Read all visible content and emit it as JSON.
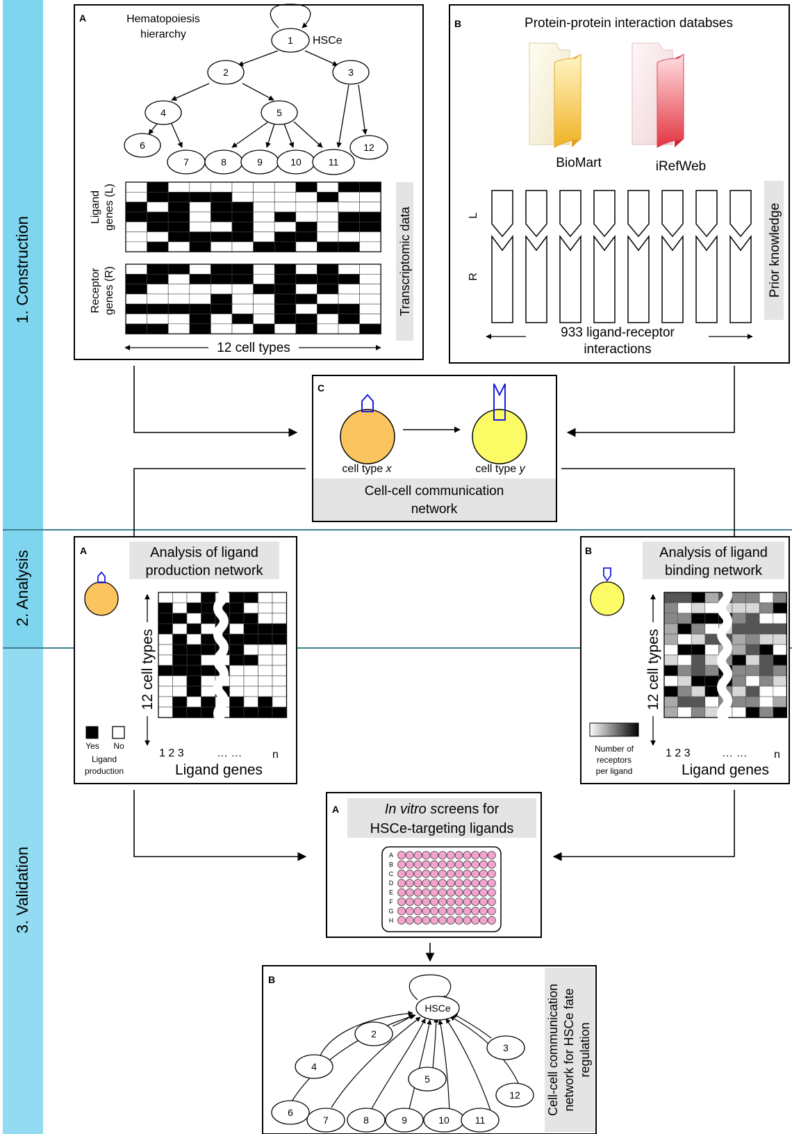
{
  "sections": [
    {
      "label": "1. Construction"
    },
    {
      "label": "2. Analysis"
    },
    {
      "label": "3. Validation"
    }
  ],
  "construction": {
    "panel_a": {
      "letter": "A",
      "title_line1": "Hematopoiesis",
      "title_line2": "hierarchy",
      "hsc_label": "HSCe",
      "nodes": [
        "1",
        "2",
        "3",
        "4",
        "5",
        "6",
        "7",
        "8",
        "9",
        "10",
        "11",
        "12"
      ],
      "ligand_label_line1": "Ligand",
      "ligand_label_line2": "genes (L)",
      "receptor_label_line1": "Receptor",
      "receptor_label_line2": "genes (R)",
      "side_label": "Transcriptomic data",
      "axis_label": "12 cell types"
    },
    "panel_b": {
      "letter": "B",
      "title": "Protein-protein interaction databses",
      "db1": "BioMart",
      "db2": "iRefWeb",
      "l_label": "L",
      "r_label": "R",
      "side_label": "Prior knowledge",
      "interactions_line1": "933 ligand-receptor",
      "interactions_line2": "interactions"
    },
    "panel_c": {
      "letter": "C",
      "cell_x_prefix": "cell type ",
      "cell_x_var": "x",
      "cell_y_prefix": "cell type ",
      "cell_y_var": "y",
      "box_line1": "Cell-cell communication",
      "box_line2": "network"
    }
  },
  "analysis": {
    "panel_a": {
      "letter": "A",
      "title_line1": "Analysis of ligand",
      "title_line2": "production network",
      "y_axis": "12 cell types",
      "x_ticks": "1  2  3",
      "x_dots": "… …",
      "x_n": "n",
      "x_axis": "Ligand genes",
      "legend_yes": "Yes",
      "legend_no": "No",
      "legend_title_line1": "Ligand",
      "legend_title_line2": "production"
    },
    "panel_b": {
      "letter": "B",
      "title_line1": "Analysis of ligand",
      "title_line2": "binding network",
      "y_axis": "12 cell types",
      "x_ticks": "1  2  3",
      "x_dots": "… …",
      "x_n": "n",
      "x_axis": "Ligand genes",
      "legend_line1": "Number of",
      "legend_line2": "receptors",
      "legend_line3": "per ligand"
    }
  },
  "validation": {
    "panel_a": {
      "letter": "A",
      "title_line1_italic": "In vitro s",
      "title_line1_rest": "creens for",
      "title_line2": "HSCe-targeting ligands",
      "plate_rows": [
        "A",
        "B",
        "C",
        "D",
        "E",
        "F",
        "G",
        "H"
      ]
    },
    "panel_b": {
      "letter": "B",
      "center_label": "HSCe",
      "nodes": [
        "2",
        "3",
        "4",
        "5",
        "6",
        "7",
        "8",
        "9",
        "10",
        "11",
        "12"
      ],
      "side_line1": "Cell-cell communication",
      "side_line2": "network for HSCe fate",
      "side_line3": "regulation"
    }
  },
  "colors": {
    "sidebar": "#7fd5ee",
    "divider": "#3f7f90",
    "cell_x": "#fcc45e",
    "cell_y": "#fbfb66",
    "receptor_outline": "#1a1ae0",
    "well": "#f4a3cf",
    "label_bg": "#e4e4e4"
  }
}
